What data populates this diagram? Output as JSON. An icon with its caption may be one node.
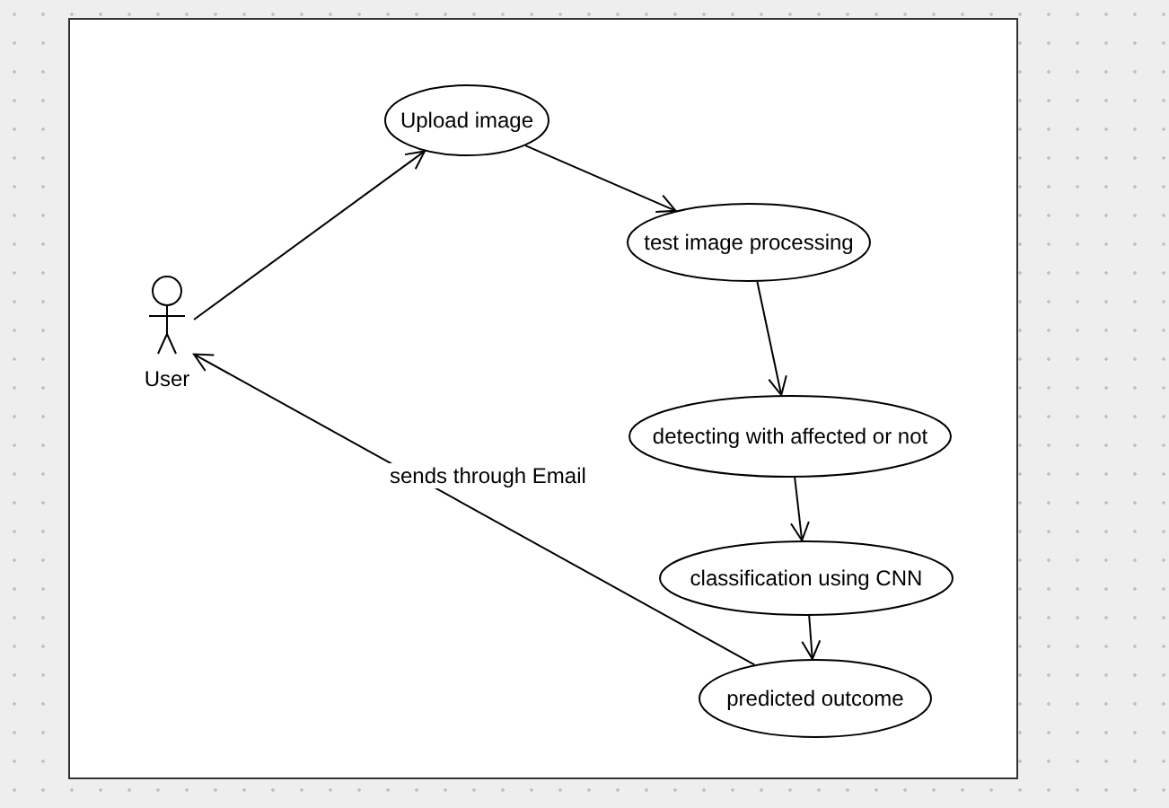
{
  "diagram": {
    "nodes": [
      {
        "text": [
          "User"
        ]
      },
      {
        "text": [
          "Upload image"
        ]
      },
      {
        "text": [
          "test image processing"
        ]
      },
      {
        "text": [
          "detecting with affected or not"
        ]
      },
      {
        "text": [
          "classification using CNN"
        ]
      },
      {
        "text": [
          "predicted outcome"
        ]
      }
    ],
    "edges": [
      {
        "from": 0,
        "to": 1,
        "arrow": "to"
      },
      {
        "from": 1,
        "to": 2,
        "arrow": "to"
      },
      {
        "from": 2,
        "to": 3,
        "arrow": "to"
      },
      {
        "from": 3,
        "to": 4,
        "arrow": "to"
      },
      {
        "from": 4,
        "to": 5,
        "arrow": "to"
      },
      {
        "from": 5,
        "to": 0,
        "arrow": "to",
        "label": "sends through Email"
      }
    ]
  }
}
